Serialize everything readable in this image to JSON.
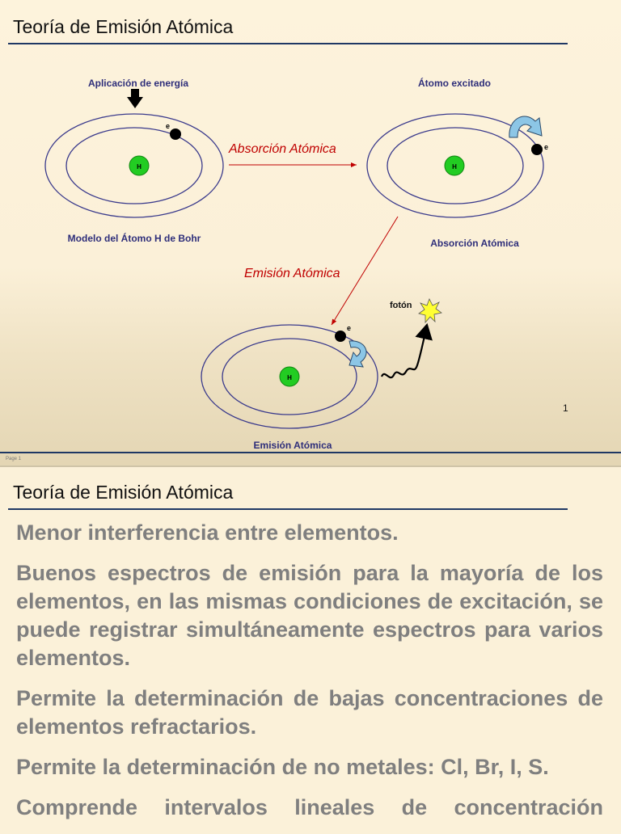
{
  "slide1": {
    "title": "Teoría de Emisión Atómica",
    "labels": {
      "energy": "Aplicación de energía",
      "excited": "Átomo excitado",
      "bohr_model": "Modelo del Átomo H de Bohr",
      "absorption_arrow": "Absorción Atómica",
      "absorption_caption": "Absorción Atómica",
      "emission_arrow": "Emisión Atómica",
      "emission_caption": "Emisión Atómica",
      "photon": "fotón",
      "nucleus": "H",
      "electron": "e"
    },
    "page_number": "1",
    "page_tag": "Page 1"
  },
  "slide2": {
    "title": "Teoría de Emisión Atómica",
    "bullets": [
      "Menor interferencia entre elementos.",
      "Buenos espectros de emisión para la mayoría de los elementos, en las mismas condiciones de excitación, se puede registrar simultáneamente espectros para varios elementos.",
      "Permite la determinación de bajas concentraciones de elementos refractarios.",
      "Permite la determinación de no metales: Cl, Br, I, S.",
      "Comprende intervalos lineales de concentración"
    ]
  },
  "colors": {
    "orbit": "#3a3a8c",
    "nucleus": "#22cc22",
    "arrow_red": "#c00000",
    "title_rule": "#1f3864",
    "bullet_text": "#7f7f7f",
    "photon": "#ffff33"
  }
}
